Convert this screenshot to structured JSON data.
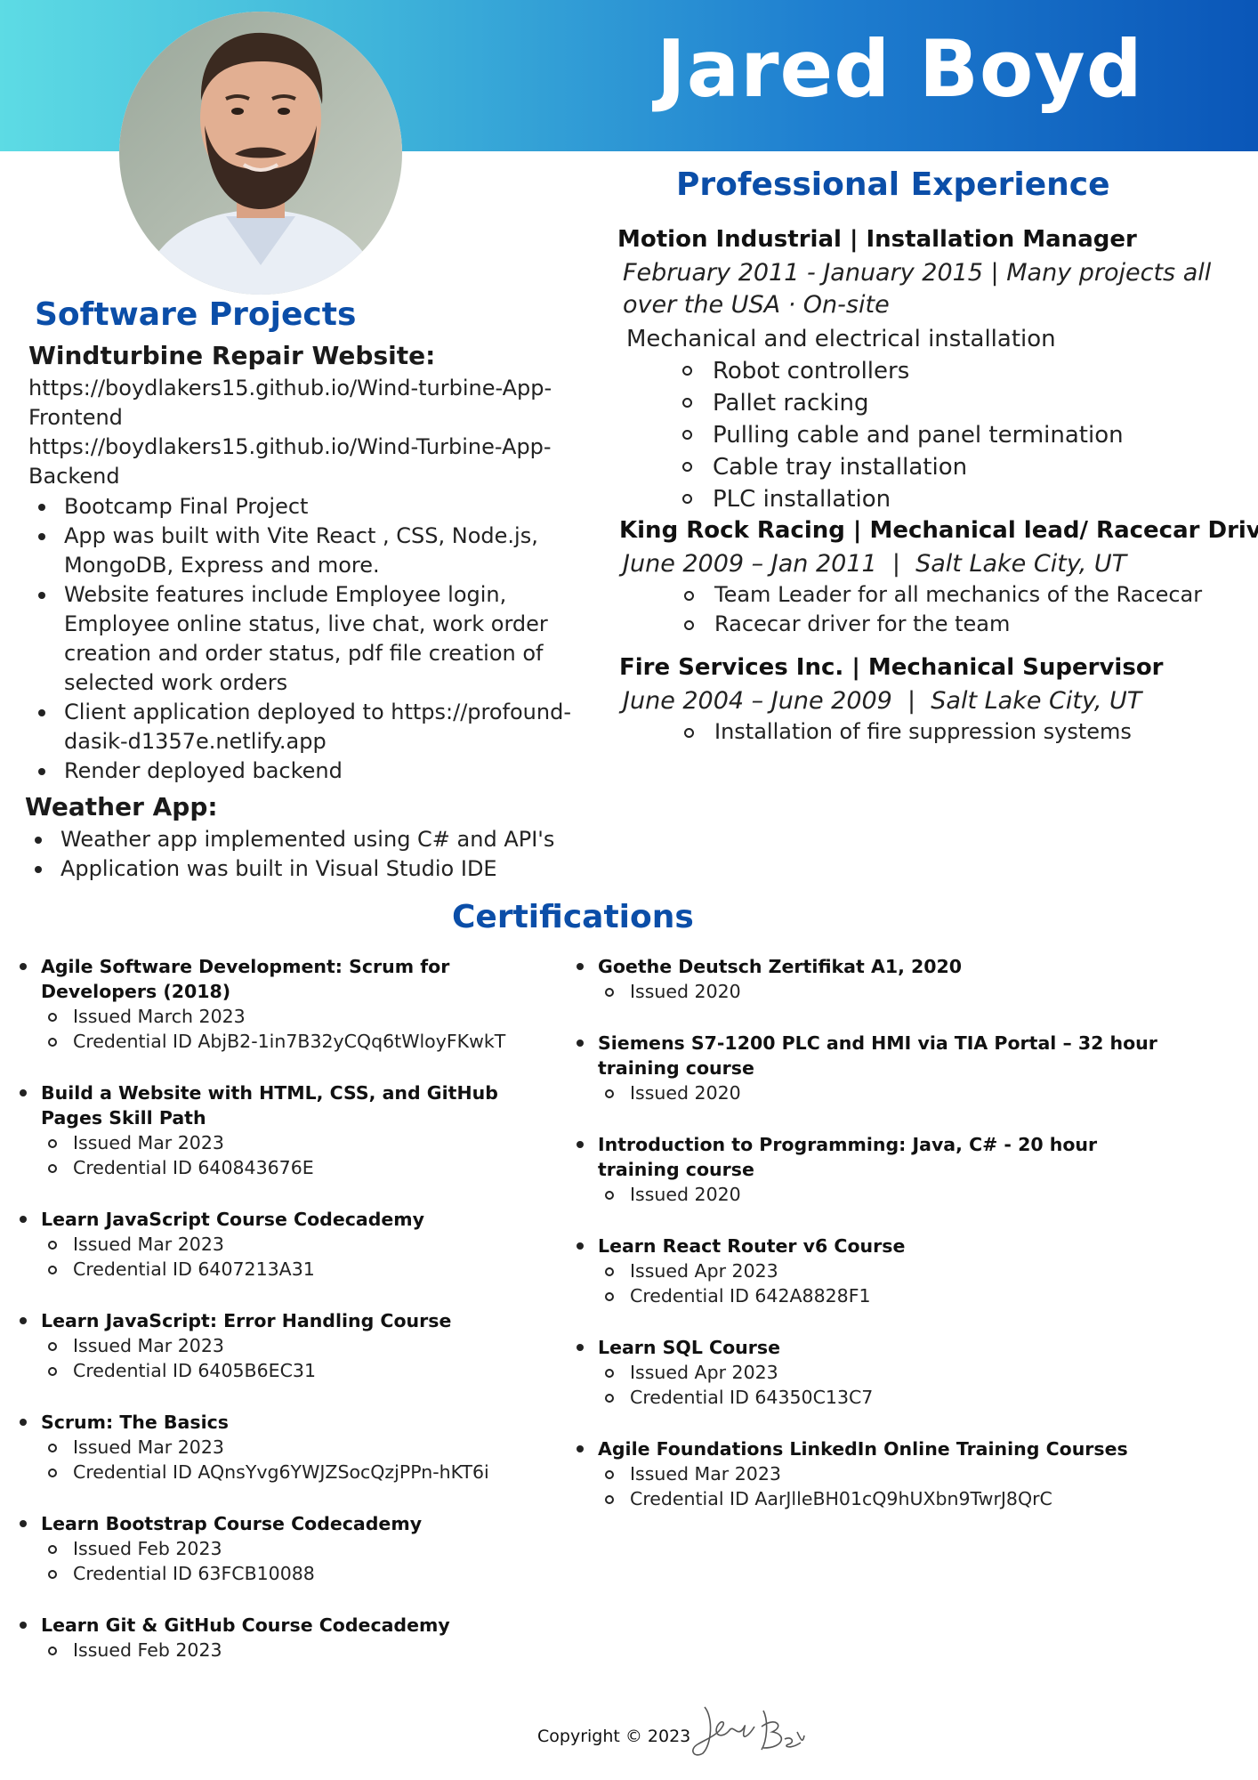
{
  "header": {
    "name": "Jared Boyd"
  },
  "software_projects": {
    "title": "Software Projects",
    "projects": [
      {
        "name": "Windturbine Repair Website:",
        "links": [
          "https://boydlakers15.github.io/Wind-turbine-App-Frontend",
          "https://boydlakers15.github.io/Wind-Turbine-App-Backend"
        ],
        "bullets": [
          "Bootcamp Final Project",
          "App was built with Vite React , CSS, Node.js, MongoDB, Express and more.",
          "Website features include Employee login, Employee online status, live chat, work order creation and order status, pdf file creation of selected work orders",
          "Client application deployed to https://profound-dasik-d1357e.netlify.app",
          "Render deployed backend"
        ]
      },
      {
        "name": "Weather App:",
        "bullets": [
          "Weather app implemented using C# and API's",
          "Application was built in Visual Studio IDE"
        ]
      }
    ]
  },
  "experience": {
    "title": "Professional Experience",
    "jobs": [
      {
        "title": "Motion Industrial | Installation Manager",
        "dates": "February 2011 - January 2015 | Many projects all over the USA · On-site",
        "summary": "Mechanical and electrical installation",
        "items": [
          "Robot controllers",
          "Pallet racking",
          "Pulling cable and panel termination",
          "Cable tray installation",
          "PLC installation"
        ]
      },
      {
        "title": "King Rock Racing | Mechanical lead/ Racecar Driver",
        "dates": "June 2009 – Jan 2011  |  Salt Lake City, UT",
        "items": [
          "Team Leader for all mechanics of the Racecar",
          "Racecar driver for the team"
        ]
      },
      {
        "title": "Fire Services Inc. | Mechanical Supervisor",
        "dates": "June 2004 – June 2009  |  Salt Lake City, UT",
        "items": [
          "Installation of fire suppression systems"
        ]
      }
    ]
  },
  "certifications": {
    "title": "Certifications",
    "left": [
      {
        "name": "Agile Software Development: Scrum for Developers (2018)",
        "details": [
          "Issued March 2023",
          "Credential ID AbjB2-1in7B32yCQq6tWloyFKwkT"
        ]
      },
      {
        "name": "Build a Website with HTML, CSS, and GitHub Pages Skill Path",
        "details": [
          "Issued Mar 2023",
          "Credential ID 640843676E"
        ]
      },
      {
        "name": "Learn JavaScript Course Codecademy",
        "details": [
          "Issued Mar 2023",
          "Credential ID 6407213A31"
        ]
      },
      {
        "name": "Learn JavaScript: Error Handling Course",
        "details": [
          "Issued Mar 2023",
          "Credential ID 6405B6EC31"
        ]
      },
      {
        "name": "Scrum: The Basics",
        "details": [
          "Issued Mar 2023",
          "Credential ID AQnsYvg6YWJZSocQzjPPn-hKT6i"
        ]
      },
      {
        "name": "Learn Bootstrap Course Codecademy",
        "details": [
          "Issued Feb 2023",
          "Credential ID 63FCB10088"
        ]
      },
      {
        "name": "Learn Git & GitHub Course Codecademy",
        "details": [
          "Issued Feb 2023"
        ]
      }
    ],
    "right": [
      {
        "name": "Goethe Deutsch Zertifikat A1, 2020",
        "details": [
          "Issued 2020"
        ]
      },
      {
        "name": "Siemens S7-1200 PLC and HMI via TIA Portal – 32 hour training course",
        "details": [
          "Issued 2020"
        ]
      },
      {
        "name": "Introduction to Programming: Java, C# - 20 hour training course",
        "details": [
          "Issued 2020"
        ]
      },
      {
        "name": "Learn React Router v6 Course",
        "details": [
          "Issued Apr 2023",
          "Credential ID 642A8828F1"
        ]
      },
      {
        "name": "Learn SQL Course",
        "details": [
          "Issued Apr 2023",
          "Credential ID 64350C13C7"
        ]
      },
      {
        "name": "Agile Foundations LinkedIn Online Training Courses",
        "details": [
          "Issued Mar 2023",
          "Credential ID AarJlleBH01cQ9hUXbn9TwrJ8QrC"
        ]
      }
    ]
  },
  "footer": {
    "copyright": "Copyright © 2023",
    "signature": "Jared Boyd"
  },
  "colors": {
    "accent": "#0b4ea8",
    "banner_start": "#5ddbe4",
    "banner_end": "#0a56b8"
  }
}
